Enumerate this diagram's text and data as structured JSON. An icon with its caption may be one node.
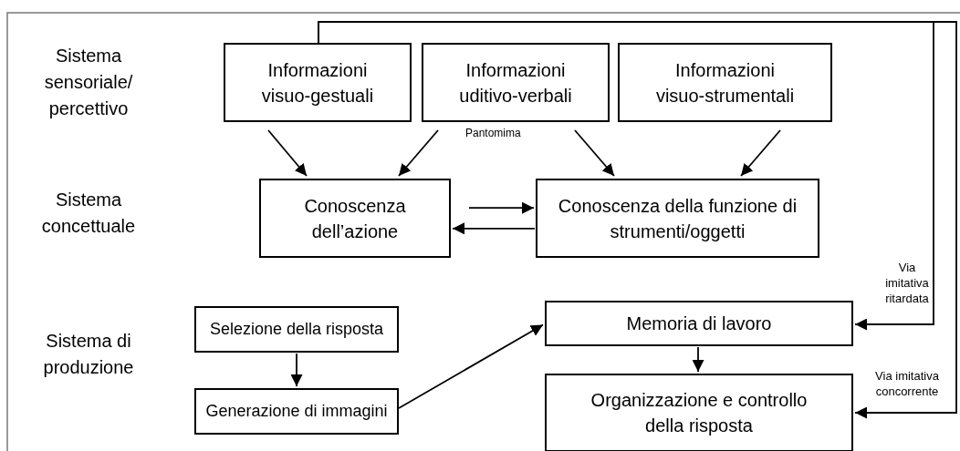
{
  "diagram": {
    "nodes": [
      {
        "text": [
          "Informazioni visuo-gestuali"
        ]
      },
      {
        "text": [
          "Informazioni uditivo-verbali"
        ]
      },
      {
        "text": [
          "Informazioni visuo-strumentali"
        ]
      },
      {
        "text": [
          "Conoscenza dell’azione"
        ]
      },
      {
        "text": [
          "Conoscenza della funzione di strumenti/oggetti"
        ]
      },
      {
        "text": [
          "Selezione della risposta"
        ]
      },
      {
        "text": [
          "Generazione di immagini"
        ]
      },
      {
        "text": [
          "Memoria di lavoro"
        ]
      },
      {
        "text": [
          "Organizzazione e controllo della risposta"
        ]
      }
    ],
    "edges": [
      {
        "from": 0,
        "to": 3,
        "arrow": "to"
      },
      {
        "from": 1,
        "to": 3,
        "arrow": "to"
      },
      {
        "from": 1,
        "to": 4,
        "arrow": "to",
        "label": "Pantomima"
      },
      {
        "from": 2,
        "to": 4,
        "arrow": "to"
      },
      {
        "from": 3,
        "to": 4,
        "arrow": "to"
      },
      {
        "from": 4,
        "to": 3,
        "arrow": "to"
      },
      {
        "from": 5,
        "to": 6,
        "arrow": "to"
      },
      {
        "from": 6,
        "to": 7,
        "arrow": "to"
      },
      {
        "from": 7,
        "to": 8,
        "arrow": "to"
      },
      {
        "from": 0,
        "to": 7,
        "arrow": "to",
        "label": "Via imitativa ritardata"
      },
      {
        "from": 0,
        "to": 8,
        "arrow": "to",
        "label": "Via imitativa concorrente"
      }
    ],
    "labels": [
      "Sistema sensoriale/ percettivo",
      "Sistema concettuale",
      "Sistema di produzione"
    ]
  }
}
